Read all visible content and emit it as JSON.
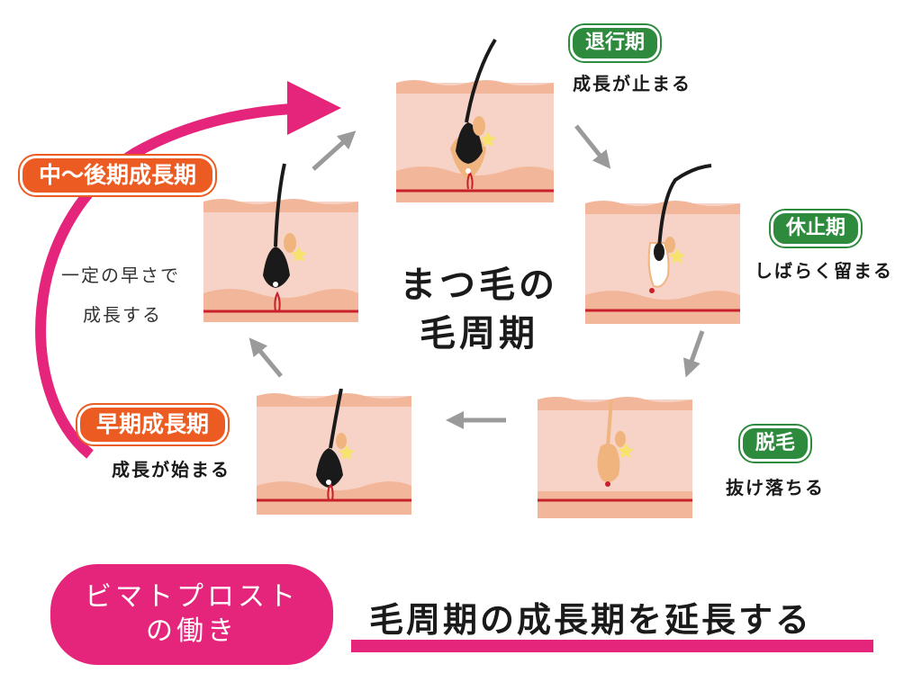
{
  "title": {
    "line1": "まつ毛の",
    "line2": "毛周期"
  },
  "stages": {
    "catagen": {
      "badge": "退行期",
      "caption": "成長が止まる"
    },
    "telogen": {
      "badge": "休止期",
      "caption": "しばらく留まる"
    },
    "shedding": {
      "badge": "脱毛",
      "caption": "抜け落ちる"
    },
    "early_anagen": {
      "badge": "早期成長期",
      "caption": "成長が始まる"
    },
    "mid_late_anagen": {
      "badge": "中〜後期成長期",
      "caption_line1": "一定の早さで",
      "caption_line2": "成長する"
    }
  },
  "footer": {
    "pill_line1": "ビマトプロスト",
    "pill_line2": "の働き",
    "headline": "毛周期の成長期を延長する"
  },
  "colors": {
    "green": "#2e8b3e",
    "orange": "#ec5c22",
    "pink": "#e5247b",
    "skin": "#f6d3c6",
    "skin_dark": "#f2b79a",
    "dermis_line": "#c8202c",
    "arrow_gray": "#9a9a9a"
  },
  "icons": [
    "cycle-arrow",
    "step-arrow",
    "hair-follicle"
  ]
}
